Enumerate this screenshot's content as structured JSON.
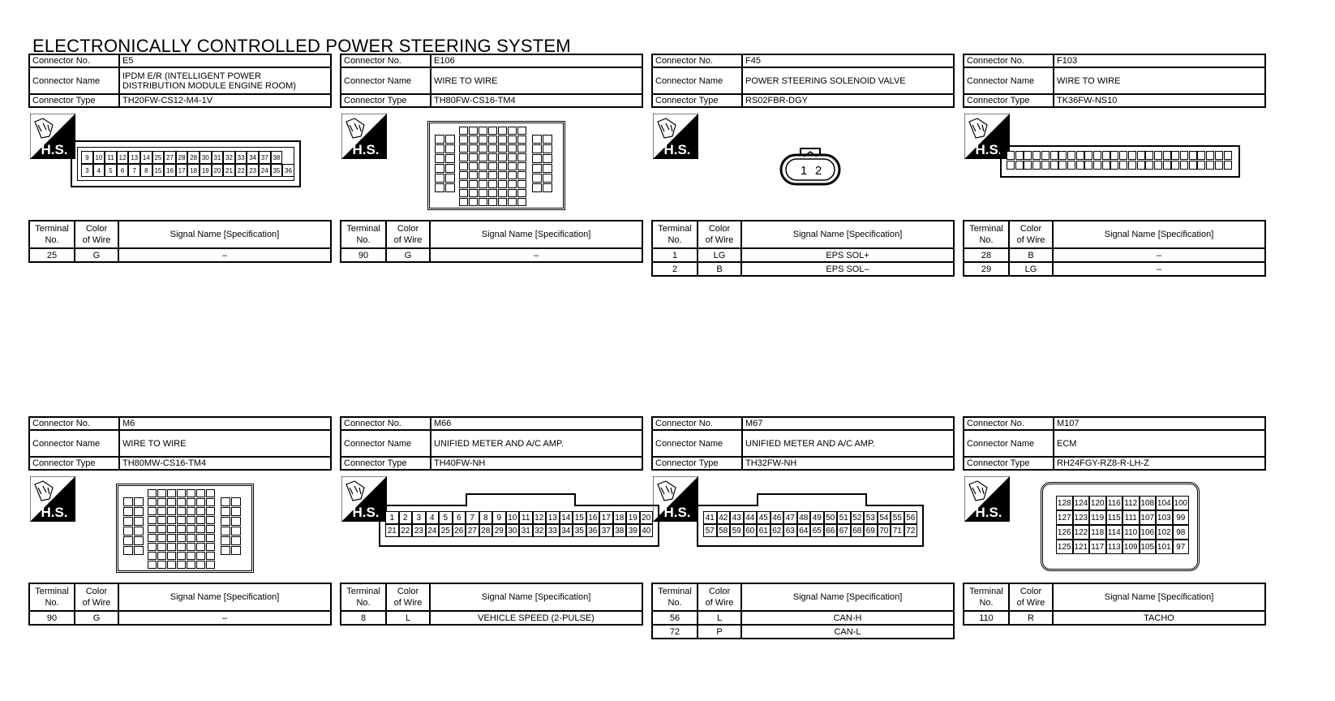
{
  "title": "ELECTRONICALLY CONTROLLED POWER STEERING SYSTEM",
  "labels": {
    "connector_no": "Connector No.",
    "connector_name": "Connector Name",
    "connector_type": "Connector Type",
    "terminal_no": [
      "Terminal",
      "No."
    ],
    "color_of_wire": [
      "Color",
      "of Wire"
    ],
    "signal_name": "Signal Name [Specification]",
    "hs": "H.S."
  },
  "connectors": [
    {
      "no": "E5",
      "name": [
        "IPDM E/R (INTELLIGENT POWER",
        "DISTRIBUTION MODULE ENGINE ROOM)"
      ],
      "type": "TH20FW-CS12-M4-1V",
      "rows": [
        [
          "25",
          "G",
          "–"
        ]
      ],
      "pins": {
        "style": "box",
        "top": [
          "9",
          "10",
          "11",
          "12",
          "13",
          "14",
          "25",
          "27",
          "28",
          "28",
          "30",
          "31",
          "32",
          "33",
          "34",
          "37",
          "38"
        ],
        "bottom": [
          "3",
          "4",
          "5",
          "6",
          "7",
          "8",
          "15",
          "16",
          "17",
          "18",
          "19",
          "20",
          "21",
          "22",
          "23",
          "24",
          "35",
          "36"
        ]
      }
    },
    {
      "no": "E106",
      "name": [
        "WIRE TO WIRE"
      ],
      "type": "TH80FW-CS16-TM4",
      "rows": [
        [
          "90",
          "G",
          "–"
        ]
      ],
      "pins": {
        "style": "grid"
      }
    },
    {
      "no": "F45",
      "name": [
        "POWER STEERING SOLENOID VALVE"
      ],
      "type": "RS02FBR-DGY",
      "rows": [
        [
          "1",
          "LG",
          "EPS SOL+"
        ],
        [
          "2",
          "B",
          "EPS SOL–"
        ]
      ],
      "pins": {
        "style": "round",
        "top": [
          "1",
          "2"
        ]
      }
    },
    {
      "no": "F103",
      "name": [
        "WIRE TO WIRE"
      ],
      "type": "TK36FW-NS10",
      "rows": [
        [
          "28",
          "B",
          "–"
        ],
        [
          "29",
          "LG",
          "–"
        ]
      ],
      "pins": {
        "style": "long"
      }
    },
    {
      "no": "M6",
      "name": [
        "WIRE TO WIRE"
      ],
      "type": "TH80MW-CS16-TM4",
      "rows": [
        [
          "90",
          "G",
          "–"
        ]
      ],
      "pins": {
        "style": "grid"
      }
    },
    {
      "no": "M66",
      "name": [
        "UNIFIED METER AND A/C AMP."
      ],
      "type": "TH40FW-NH",
      "rows": [
        [
          "8",
          "L",
          "VEHICLE SPEED (2-PULSE)"
        ]
      ],
      "pins": {
        "style": "row2",
        "top": [
          "1",
          "2",
          "3",
          "4",
          "5",
          "6",
          "7",
          "8",
          "9",
          "10",
          "11",
          "12",
          "13",
          "14",
          "15",
          "16",
          "17",
          "18",
          "19",
          "20"
        ],
        "bottom": [
          "21",
          "22",
          "23",
          "24",
          "25",
          "26",
          "27",
          "28",
          "29",
          "30",
          "31",
          "32",
          "33",
          "34",
          "35",
          "36",
          "37",
          "38",
          "39",
          "40"
        ]
      }
    },
    {
      "no": "M67",
      "name": [
        "UNIFIED METER AND A/C AMP."
      ],
      "type": "TH32FW-NH",
      "rows": [
        [
          "56",
          "L",
          "CAN-H"
        ],
        [
          "72",
          "P",
          "CAN-L"
        ]
      ],
      "pins": {
        "style": "row2",
        "top": [
          "41",
          "42",
          "43",
          "44",
          "45",
          "46",
          "47",
          "48",
          "49",
          "50",
          "51",
          "52",
          "53",
          "54",
          "55",
          "56"
        ],
        "bottom": [
          "57",
          "58",
          "59",
          "60",
          "61",
          "62",
          "63",
          "64",
          "65",
          "66",
          "67",
          "68",
          "69",
          "70",
          "71",
          "72"
        ]
      }
    },
    {
      "no": "M107",
      "name": [
        "ECM"
      ],
      "type": "RH24FGY-RZ8-R-LH-Z",
      "rows": [
        [
          "110",
          "R",
          "TACHO"
        ]
      ],
      "pins": {
        "style": "ecm",
        "rows": [
          [
            "128",
            "124",
            "120",
            "116",
            "112",
            "108",
            "104",
            "100"
          ],
          [
            "127",
            "123",
            "119",
            "115",
            "111",
            "107",
            "103",
            "99"
          ],
          [
            "126",
            "122",
            "118",
            "114",
            "110",
            "106",
            "102",
            "98"
          ],
          [
            "125",
            "121",
            "117",
            "113",
            "109",
            "105",
            "101",
            "97"
          ]
        ]
      }
    }
  ]
}
